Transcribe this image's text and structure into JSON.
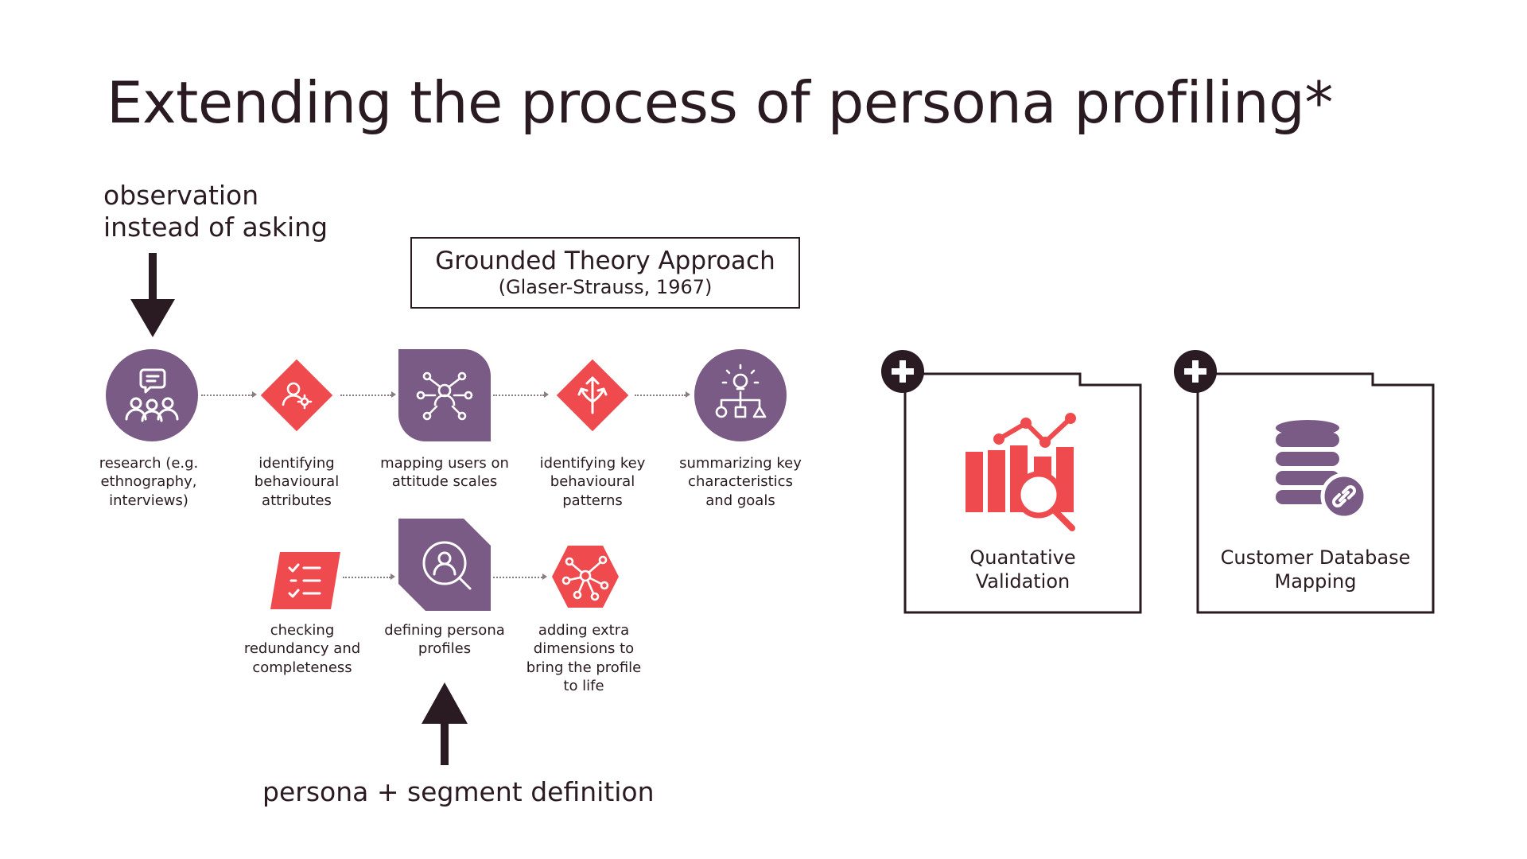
{
  "title": "Extending the process of persona profiling*",
  "notes": {
    "observation": "observation\ninstead of asking",
    "persona_segment": "persona + segment definition"
  },
  "grounded_theory": {
    "title": "Grounded Theory Approach",
    "subtitle": "(Glaser-Strauss, 1967)"
  },
  "steps_top": [
    {
      "label": "research (e.g.\nethnography,\ninterviews)",
      "icon": "people-chat-icon"
    },
    {
      "label": "identifying\nbehavioural\nattributes",
      "icon": "user-gear-icon"
    },
    {
      "label": "mapping users on\nattitude scales",
      "icon": "network-user-icon"
    },
    {
      "label": "identifying key\nbehavioural\npatterns",
      "icon": "split-arrows-icon"
    },
    {
      "label": "summarizing key\ncharacteristics\nand goals",
      "icon": "lightbulb-hierarchy-icon"
    }
  ],
  "steps_bottom": [
    {
      "label": "checking\nredundancy and\ncompleteness",
      "icon": "checklist-icon"
    },
    {
      "label": "defining persona\nprofiles",
      "icon": "user-search-icon"
    },
    {
      "label": "adding extra\ndimensions to\nbring the profile\nto life",
      "icon": "network-nodes-icon"
    }
  ],
  "cards": [
    {
      "label": "Quantative\nValidation",
      "icon": "bar-chart-magnifier-icon"
    },
    {
      "label": "Customer Database\nMapping",
      "icon": "database-link-icon"
    }
  ],
  "colors": {
    "purple": "#7a5b86",
    "red": "#ef4b4f",
    "dark": "#2a1a22"
  }
}
